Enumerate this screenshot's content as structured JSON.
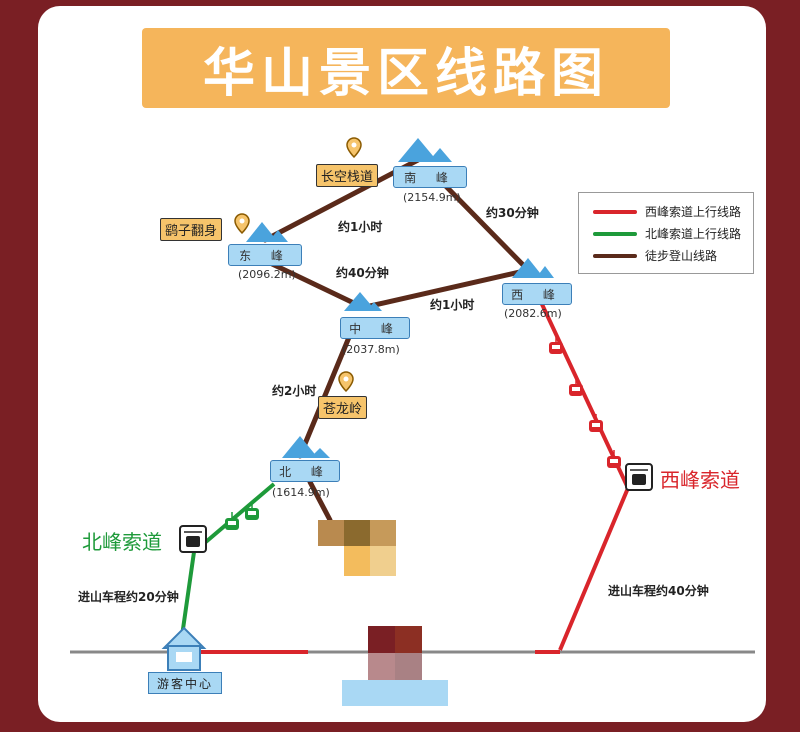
{
  "title": "华山景区线路图",
  "peaks": {
    "south": {
      "name": "南 峰",
      "elev": "(2154.9m)"
    },
    "east": {
      "name": "东 峰",
      "elev": "(2096.2m)"
    },
    "west": {
      "name": "西 峰",
      "elev": "(2082.6m)"
    },
    "middle": {
      "name": "中 峰",
      "elev": "(2037.8m)"
    },
    "north": {
      "name": "北 峰",
      "elev": "(1614.9m)"
    }
  },
  "spots": {
    "changkong": "长空栈道",
    "yaozi": "鹞子翻身",
    "canglong": "苍龙岭"
  },
  "times": {
    "east_south": "约1小时",
    "south_west": "约30分钟",
    "east_middle": "约40分钟",
    "middle_west": "约1小时",
    "north_middle": "约2小时"
  },
  "legend": {
    "west_cable": "西峰索道上行线路",
    "north_cable": "北峰索道上行线路",
    "hiking": "徒步登山线路"
  },
  "cableways": {
    "north": "北峰索道",
    "west": "西峰索道"
  },
  "drive": {
    "north": "进山车程约20分钟",
    "west": "进山车程约40分钟"
  },
  "visitor_center": "游客中心",
  "colors": {
    "red_route": "#d9252b",
    "green_route": "#1e9a3a",
    "hiking_route": "#5a2a1a",
    "title_bg": "#f5b55b",
    "frame": "#7a1f24"
  }
}
